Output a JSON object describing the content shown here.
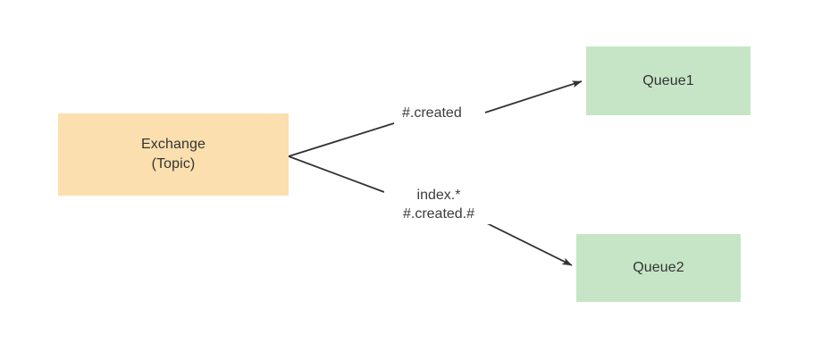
{
  "diagram": {
    "type": "message-routing-diagram",
    "nodes": [
      {
        "id": "exchange",
        "label": "Exchange\n(Topic)",
        "line1": "Exchange",
        "line2": "(Topic)",
        "fill": "#fcdfae",
        "shape": "rectangle"
      },
      {
        "id": "queue1",
        "label": "Queue1",
        "fill": "#c6e5c6",
        "shape": "rectangle"
      },
      {
        "id": "queue2",
        "label": "Queue2",
        "fill": "#c6e5c6",
        "shape": "rectangle"
      }
    ],
    "edges": [
      {
        "id": "edge-upper",
        "from": "exchange",
        "to": "queue1",
        "label": "#.created",
        "arrow": "filled-triangle",
        "color": "#333333"
      },
      {
        "id": "edge-lower",
        "from": "exchange",
        "to": "queue2",
        "label": "index.*\n#.created.#",
        "label_line1": "index.*",
        "label_line2": "#.created.#",
        "arrow": "filled-triangle",
        "color": "#333333"
      }
    ],
    "colors": {
      "background": "#ffffff",
      "exchange_fill": "#fcdfae",
      "queue_fill": "#c6e5c6",
      "edge_stroke": "#333333",
      "text": "#333333"
    }
  }
}
